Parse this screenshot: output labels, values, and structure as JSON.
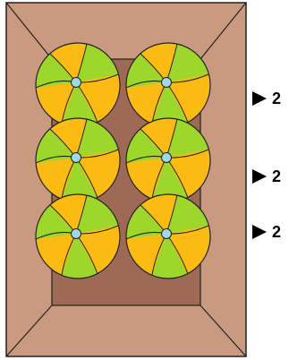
{
  "colors": {
    "box_flap": "#c99a80",
    "box_bottom": "#9e6a55",
    "ball_yellow": "#fbbb12",
    "ball_green": "#9ed72b",
    "ball_cap": "#9fd8e8",
    "outline": "#222222"
  },
  "box": {
    "rows": 3,
    "cols": 2,
    "item": "beach-ball"
  },
  "rows": [
    {
      "count": "2"
    },
    {
      "count": "2"
    },
    {
      "count": "2"
    }
  ]
}
